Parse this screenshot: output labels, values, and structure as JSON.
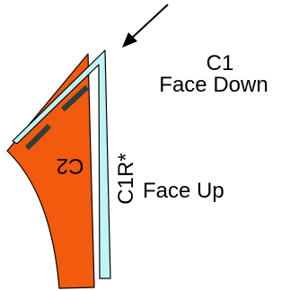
{
  "labels": {
    "top_id": "C1",
    "top_face": "Face Down",
    "side_id": "C1R*",
    "side_face": "Face Up",
    "inner_id": "C2"
  },
  "colors": {
    "orange_piece": "#F25A0E",
    "cyan_piece": "#BFF4F4",
    "dash_marks": "#2F3F3A",
    "outline": "#000000",
    "background": "#FFFFFF"
  }
}
